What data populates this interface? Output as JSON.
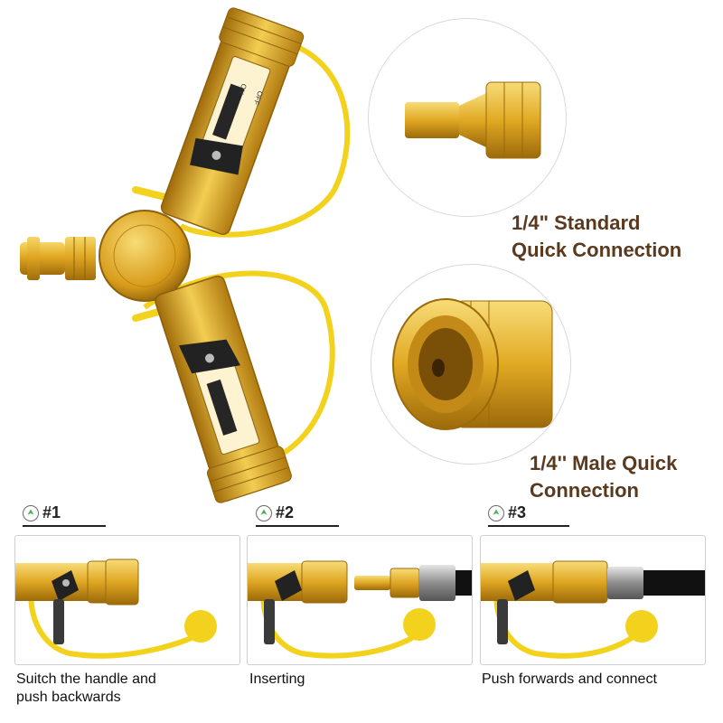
{
  "labels": {
    "standard": [
      "1/4\" Standard",
      "Quick Connection"
    ],
    "male": [
      "1/4'' Male Quick",
      "Connection"
    ]
  },
  "hero": {
    "valve_markings": [
      "ON",
      "OFF"
    ]
  },
  "steps": [
    {
      "number": "#1",
      "caption": [
        "Suitch the handle and",
        "push backwards"
      ]
    },
    {
      "number": "#2",
      "caption": [
        "Inserting"
      ]
    },
    {
      "number": "#3",
      "caption": [
        "Push forwards and connect"
      ]
    }
  ],
  "colors": {
    "brass": "#d9a11e",
    "brass_light": "#f3cd52",
    "brass_dark": "#9c6c0c",
    "cap_yellow": "#f2d21c",
    "label_brown": "#5a3a1e"
  },
  "icons": {
    "step_badge": "up-arrow-circle-icon"
  }
}
